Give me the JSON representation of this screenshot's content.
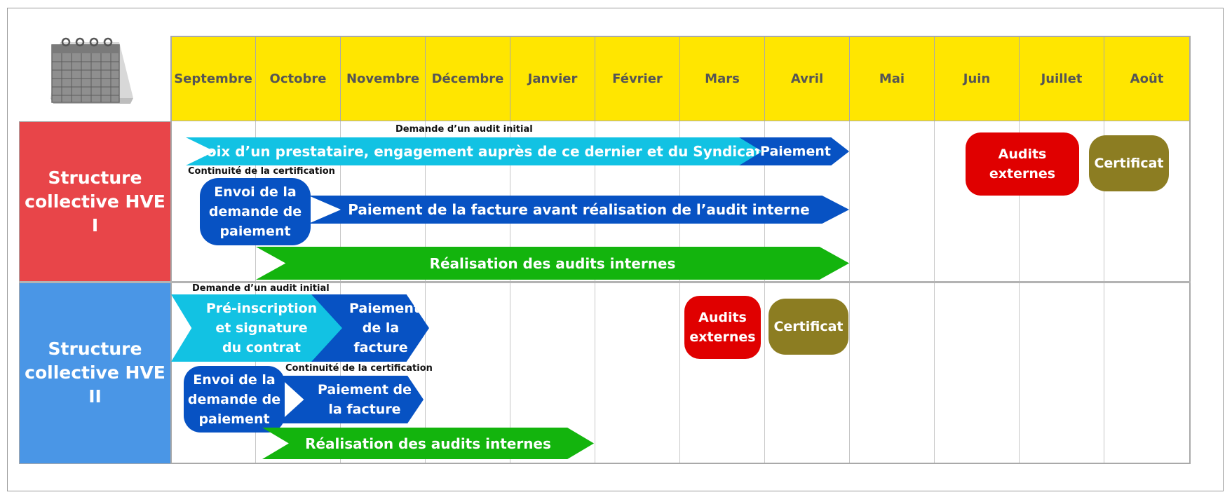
{
  "months": [
    "Septembre",
    "Octobre",
    "Novembre",
    "Décembre",
    "Janvier",
    "Février",
    "Mars",
    "Avril",
    "Mai",
    "Juin",
    "Juillet",
    "Août"
  ],
  "rows": [
    {
      "label": "Structure collective HVE I",
      "color": "#e84549"
    },
    {
      "label": "Structure collective HVE II",
      "color": "#4a96e6"
    }
  ],
  "notes": {
    "hve1_initial": "Demande d’un audit initial",
    "hve1_continuite": "Continuité de la certification",
    "hve2_initial": "Demande d’un audit initial",
    "hve2_continuite": "Continuité de la certification"
  },
  "hve1": {
    "choix": "Choix d’un prestataire, engagement auprès de ce dernier et du Syndicat",
    "paiement": "Paiement",
    "envoi": "Envoi de la demande de paiement",
    "paiement_facture": "Paiement de la facture avant réalisation de l’audit interne",
    "audits_internes": "Réalisation des audits internes",
    "audits_externes": "Audits externes",
    "certificat": "Certificat"
  },
  "hve2": {
    "preinscription": "Pré-inscription et signature du contrat",
    "paiement_facture_top": "Paiement de la facture",
    "envoi": "Envoi de la demande de paiement",
    "paiement_facture_bottom": "Paiement de la facture",
    "audits_internes": "Réalisation des audits internes",
    "audits_externes": "Audits externes",
    "certificat": "Certificat"
  },
  "colors": {
    "header_yellow": "#ffe600",
    "cyan": "#12c2e3",
    "blue": "#0752c3",
    "green": "#13b40d",
    "red": "#e00000",
    "olive": "#8c7d22"
  },
  "icons": {
    "header_corner": "calendar-icon"
  }
}
